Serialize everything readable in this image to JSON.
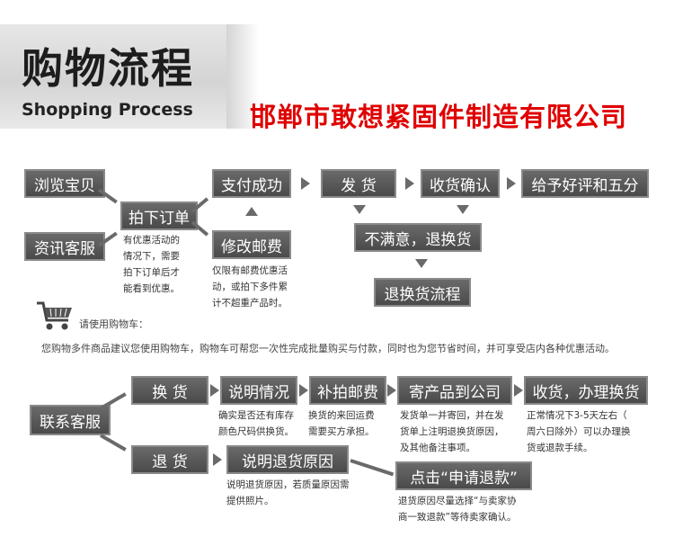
{
  "header": {
    "title_cn": "购物流程",
    "title_en": "Shopping Process",
    "company": "邯郸市敢想紧固件制造有限公司"
  },
  "flow1": {
    "browse": "浏览宝贝",
    "consult": "资讯客服",
    "order": "拍下订单",
    "pay": "支付成功",
    "modify": "修改邮费",
    "ship": "发 货",
    "confirm": "收货确认",
    "review": "给予好评和五分",
    "unhappy": "不满意，退换货",
    "return_flow": "退换货流程",
    "note_order": [
      "有优惠活动的",
      "情况下，需要",
      "拍下订单后才",
      "能看到优惠。"
    ],
    "note_modify": [
      "仅限有邮费优惠活",
      "动，或拍下多件累",
      "计不超重产品时。"
    ]
  },
  "cart": {
    "icon": "shopping-cart-icon",
    "label": "请使用购物车：",
    "desc": "您购物多件商品建议您使用购物车，购物车可帮您一次性完成批量购买与付款，同时也为您节省时间，并可享受店内各种优惠活动。"
  },
  "flow2": {
    "contact": "联系客服",
    "exchange": "换 货",
    "explain": "说明情况",
    "repay": "补拍邮费",
    "send": "寄产品到公司",
    "receive": "收货，办理换货",
    "refund": "退 货",
    "reason": "说明退货原因",
    "apply": "点击“申请退款”",
    "note_explain": [
      "确实是否还有库存",
      "颜色尺码供换货。"
    ],
    "note_repay": [
      "换货的来回运费",
      "需要买方承担。"
    ],
    "note_send": [
      "发货单一并寄回，并在发",
      "货单上注明退换货原因，",
      "及其他备注事项。"
    ],
    "note_receive": [
      "正常情况下3-5天左右（",
      "周六日除外）可以办理换",
      "货或退款手续。"
    ],
    "note_reason": [
      "说明退货原因，若质量原因需",
      "提供照片。"
    ],
    "note_apply": [
      "退货原因尽量选择“与卖家协",
      "商一致退款”等待卖家确认。"
    ]
  },
  "colors": {
    "box": "#555555",
    "company": "#e00000",
    "arrow": "#6a6a6a"
  }
}
